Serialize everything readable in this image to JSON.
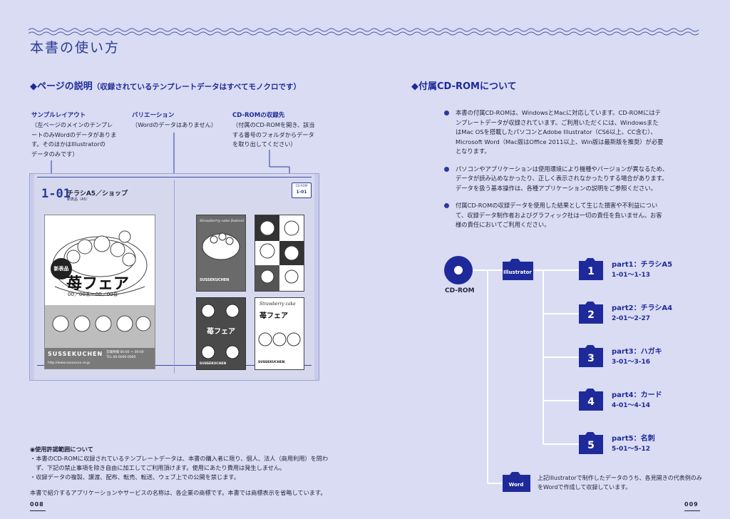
{
  "page": {
    "title": "本書の使い方",
    "left_page_number": "008",
    "right_page_number": "009"
  },
  "left": {
    "heading": "◆ページの説明",
    "heading_sub": "（収録されているテンプレートデータはすべてモノクロです）",
    "labels": [
      {
        "title": "サンプルレイアウト",
        "body": [
          "（左ページのメインのテンプレ",
          "ートのみWordのデータがありま",
          "す。そのほかはIllustratorの",
          "データのみです）"
        ]
      },
      {
        "title": "バリエーション",
        "body": [
          "（Wordのデータはありません）"
        ]
      },
      {
        "title": "CD-ROMの収録先",
        "body": [
          "（付属のCD-ROMを開き、該当",
          "する番号のフォルダからデータ",
          "を取り出してください）"
        ]
      }
    ],
    "spread": {
      "number": "1-01",
      "title": "チラシA5／ショップ",
      "subtitle": "新表品（A5）",
      "tag_line1": "CD-ROM",
      "tag_line2": "1-01",
      "main_badge": "新表品",
      "main_title": "苺フェア",
      "main_dates": "00／00㊌ー00／00㊐",
      "main_brand": "SUSSEKUCHEN",
      "main_hours": "営業時間 00:00 ～ 00:00",
      "main_tel": "TEL.00-0000-0000",
      "main_url": "http://www.xxxxxxxx.co.jp",
      "var1_title": "Strawberry cake festival",
      "var1_brand": "SUSSEKUCHEN",
      "var2_title": "苺フェア",
      "var2_brand": "SUSSEKUCHEN",
      "var3_title": "Strawberry cake",
      "var3_sub": "苺フェア",
      "var3_brand": "SUSSEKUCHEN"
    },
    "usage": {
      "title": "◉使用許諾範囲について",
      "lines": [
        "・本書のCD-ROMに収録されているテンプレートデータは、本書の購入者に限り、個人、法人（商用利用）を問わ",
        "　ず、下記の禁止事項を除き自由に加工してご利用頂けます。使用にあたり費用は発生しません。",
        "・収録データの複製、譲渡、配布、転売、転送、ウェブ上での公開を禁じます。"
      ],
      "trademark": "本書で紹介するアプリケーションやサービスの名称は、各企業の商標です。本書では商標表示を省略しています。"
    }
  },
  "right": {
    "heading": "◆付属CD-ROMについて",
    "bullets": [
      [
        "本書の付属CD-ROMは、WindowsとMacに対応しています。CD-ROMにはテ",
        "ンプレートデータが収録されています。ご利用いただくには、Windowsまた",
        "はMac OSを搭載したパソコンとAdobe Illustrator（CS6以上、CC含む）、",
        "Microsoft Word（Mac版はOffice 2011以上、Win版は最新版を推奨）が必要",
        "となります。"
      ],
      [
        "パソコンやアプリケーションは使用環境により機種やバージョンが異なるため、",
        "データが読み込めなかったり、正しく表示されなかったりする場合があります。",
        "データを扱う基本操作は、各種アプリケーションの説明をご参照ください。"
      ],
      [
        "付属CD-ROMの収録データを使用した結果として生じた損害や不利益につい",
        "て、収録データ制作者およびグラフィック社は一切の責任を負いません。お客",
        "様の責任においてご利用ください。"
      ]
    ],
    "tree": {
      "cd_label": "CD-ROM",
      "illustrator_folder": "Illustrator",
      "word_folder": "Word",
      "word_note": [
        "上記Illustratorで制作したデータのうち、各見開きの代表例のみ",
        "をWordで作成して収録しています。"
      ],
      "parts": [
        {
          "num": "1",
          "name": "part1：チラシA5",
          "range": "1-01～1-13"
        },
        {
          "num": "2",
          "name": "part2：チラシA4",
          "range": "2-01～2-27"
        },
        {
          "num": "3",
          "name": "part3：ハガキ",
          "range": "3-01～3-16"
        },
        {
          "num": "4",
          "name": "part4：カード",
          "range": "4-01～4-14"
        },
        {
          "num": "5",
          "name": "part5：名刺",
          "range": "5-01～5-12"
        }
      ]
    }
  },
  "colors": {
    "background": "#d9dcf2",
    "accent": "#1f2a9a",
    "text": "#1e2340"
  }
}
